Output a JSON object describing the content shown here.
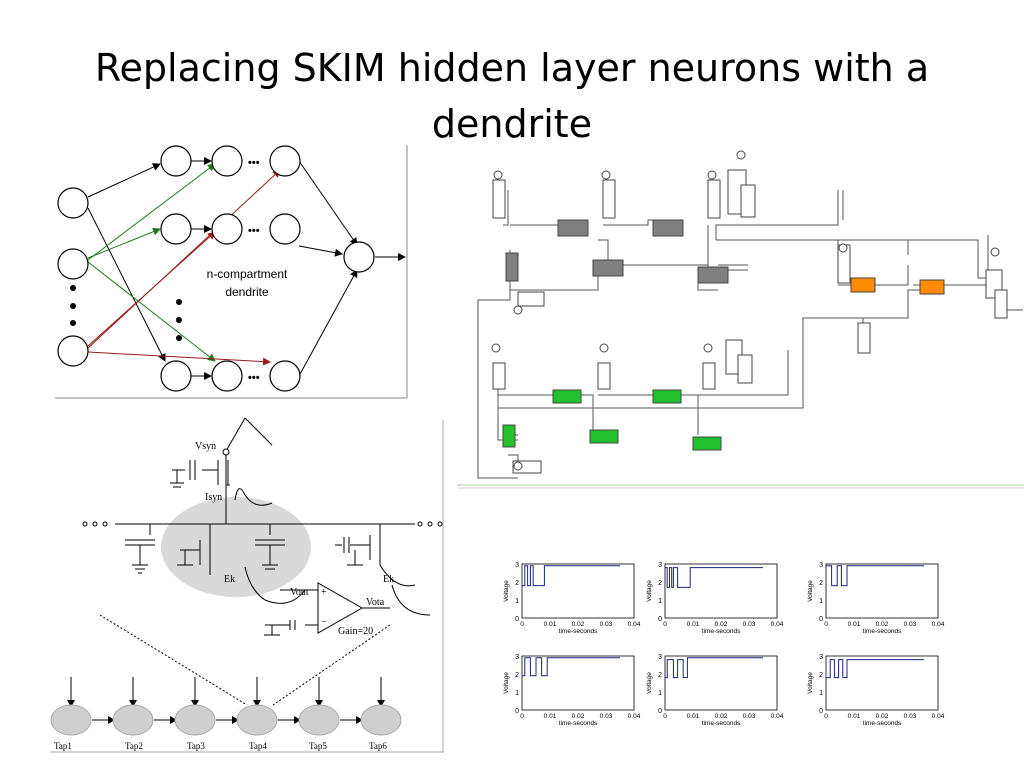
{
  "slide": {
    "title_line1": "Replacing SKIM hidden layer neurons with a",
    "title_line2": "dendrite"
  },
  "network_diagram": {
    "label_line1": "n-compartment",
    "label_line2": "dendrite",
    "ellipsis": "•••"
  },
  "circuit_diagram": {
    "vsyn": "Vsyn",
    "isyn": "Isyn",
    "ek_left": "Ek",
    "ek_right": "Ek",
    "vout": "Vout",
    "vota": "Vota",
    "gain": "Gain=20",
    "plus": "+",
    "minus": "−",
    "taps": [
      "Tap1",
      "Tap2",
      "Tap3",
      "Tap4",
      "Tap5",
      "Tap6"
    ]
  },
  "voltage_plots": {
    "ylabel": "Voltage",
    "xlabel": "time-seconds",
    "yticks": [
      "0",
      "1",
      "2",
      "3"
    ],
    "xticks": [
      "0",
      "0.01",
      "0.02",
      "0.03",
      "0.04"
    ]
  },
  "chart_data": [
    {
      "type": "line",
      "ylabel": "Voltage",
      "xlabel": "time-seconds",
      "xlim": [
        0,
        0.04
      ],
      "ylim": [
        0,
        3
      ],
      "series": [
        {
          "x": [
            0,
            0.001,
            0.001,
            0.002,
            0.002,
            0.003,
            0.003,
            0.004,
            0.004,
            0.006,
            0.006,
            0.008,
            0.008,
            0.035
          ],
          "y": [
            1.8,
            1.8,
            2.9,
            2.9,
            1.8,
            1.8,
            2.9,
            2.9,
            1.8,
            1.8,
            1.8,
            1.8,
            2.9,
            2.9
          ]
        }
      ]
    },
    {
      "type": "line",
      "ylabel": "Voltage",
      "xlabel": "time-seconds",
      "xlim": [
        0,
        0.04
      ],
      "ylim": [
        0,
        3
      ],
      "series": [
        {
          "x": [
            0,
            0.0008,
            0.0008,
            0.0016,
            0.0016,
            0.0024,
            0.0024,
            0.003,
            0.003,
            0.0045,
            0.0045,
            0.006,
            0.006,
            0.009,
            0.009,
            0.035
          ],
          "y": [
            2.8,
            2.8,
            1.7,
            1.7,
            2.8,
            2.8,
            1.7,
            1.7,
            2.8,
            2.8,
            1.7,
            1.7,
            1.7,
            1.7,
            2.8,
            2.8
          ]
        }
      ]
    },
    {
      "type": "line",
      "ylabel": "Voltage",
      "xlabel": "time-seconds",
      "xlim": [
        0,
        0.04
      ],
      "ylim": [
        0,
        3
      ],
      "series": [
        {
          "x": [
            0,
            0.002,
            0.002,
            0.004,
            0.004,
            0.0055,
            0.0055,
            0.0075,
            0.0075,
            0.035
          ],
          "y": [
            2.9,
            2.9,
            1.8,
            1.8,
            2.9,
            2.9,
            1.8,
            1.8,
            2.9,
            2.9
          ]
        }
      ]
    },
    {
      "type": "line",
      "ylabel": "Voltage",
      "xlabel": "time-seconds",
      "xlim": [
        0,
        0.04
      ],
      "ylim": [
        0,
        3
      ],
      "series": [
        {
          "x": [
            0,
            0.001,
            0.001,
            0.003,
            0.003,
            0.005,
            0.005,
            0.007,
            0.007,
            0.009,
            0.009,
            0.035
          ],
          "y": [
            1.9,
            1.9,
            2.9,
            2.9,
            1.9,
            1.9,
            2.9,
            2.9,
            1.9,
            1.9,
            2.9,
            2.9
          ]
        }
      ]
    },
    {
      "type": "line",
      "ylabel": "Voltage",
      "xlabel": "time-seconds",
      "xlim": [
        0,
        0.04
      ],
      "ylim": [
        0,
        3
      ],
      "series": [
        {
          "x": [
            0,
            0.0008,
            0.0008,
            0.003,
            0.003,
            0.0045,
            0.0045,
            0.0065,
            0.0065,
            0.008,
            0.008,
            0.035
          ],
          "y": [
            1.8,
            1.8,
            2.8,
            2.8,
            1.8,
            1.8,
            2.8,
            2.8,
            1.8,
            1.8,
            2.9,
            2.9
          ]
        }
      ]
    },
    {
      "type": "line",
      "ylabel": "Voltage",
      "xlabel": "time-seconds",
      "xlim": [
        0,
        0.04
      ],
      "ylim": [
        0,
        3
      ],
      "series": [
        {
          "x": [
            0,
            0.0015,
            0.0015,
            0.003,
            0.003,
            0.0045,
            0.0045,
            0.006,
            0.006,
            0.0075,
            0.0075,
            0.035
          ],
          "y": [
            1.8,
            1.8,
            2.8,
            2.8,
            1.8,
            1.8,
            2.8,
            2.8,
            1.8,
            1.8,
            2.8,
            2.8
          ]
        }
      ]
    }
  ]
}
